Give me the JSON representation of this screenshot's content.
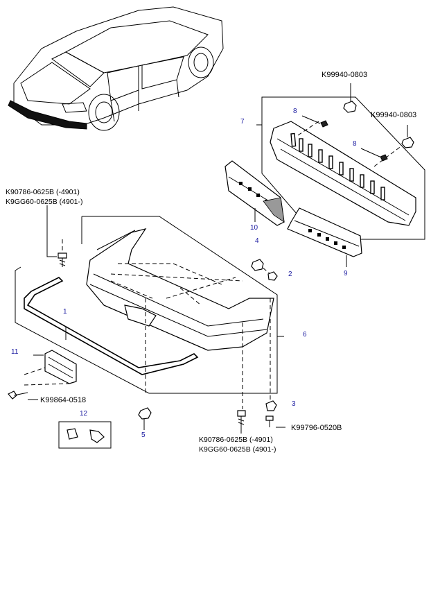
{
  "part_labels": {
    "retainer_top_1": "K99940-0803",
    "retainer_top_2": "K99940-0803",
    "bolt_upper_a": "K90786-0625B (-4901)",
    "bolt_upper_b": "K9GG60-0625B (4901-)",
    "screw_lower_left": "K99864-0518",
    "bolt_lower_a": "K90786-0625B (-4901)",
    "bolt_lower_b": "K9GG60-0625B (4901-)",
    "nut_lower_right": "K99796-0520B"
  },
  "callouts": {
    "c1": "1",
    "c2": "2",
    "c3": "3",
    "c4": "4",
    "c5": "5",
    "c6": "6",
    "c7": "7",
    "c8a": "8",
    "c8b": "8",
    "c9": "9",
    "c10": "10",
    "c11": "11",
    "c12": "12"
  },
  "colors": {
    "line": "#000000",
    "callout": "#1a1aa0",
    "background": "#ffffff"
  }
}
